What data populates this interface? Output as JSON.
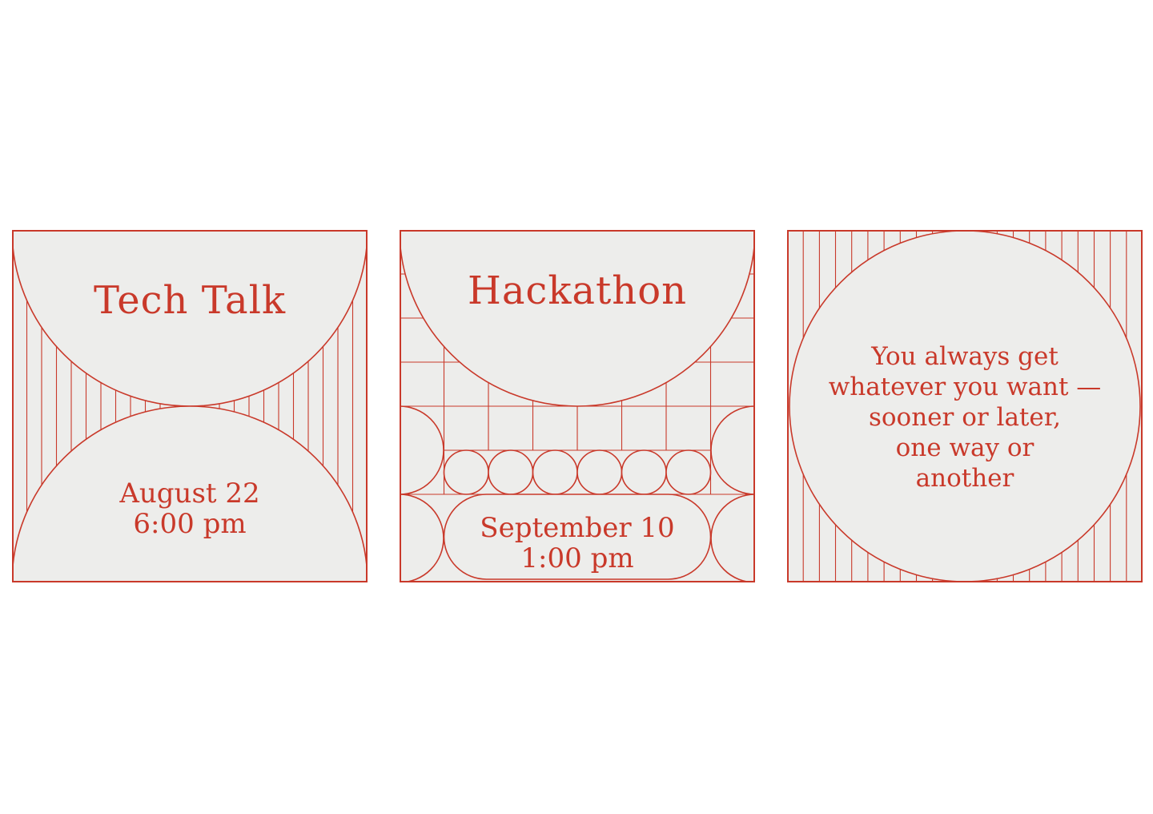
{
  "page": {
    "background": "#ffffff"
  },
  "colors": {
    "red": "#c9392a",
    "card_fill": "#ededeb"
  },
  "cards": [
    {
      "name": "tech-talk",
      "title": "Tech Talk",
      "date": "August 22",
      "time": "6:00 pm"
    },
    {
      "name": "hackathon",
      "title": "Hackathon",
      "date": "September 10",
      "time": "1:00 pm"
    },
    {
      "name": "quote",
      "quote_lines": [
        "You always get",
        "whatever you want —",
        "sooner or later,",
        "one way or",
        "another"
      ]
    }
  ]
}
